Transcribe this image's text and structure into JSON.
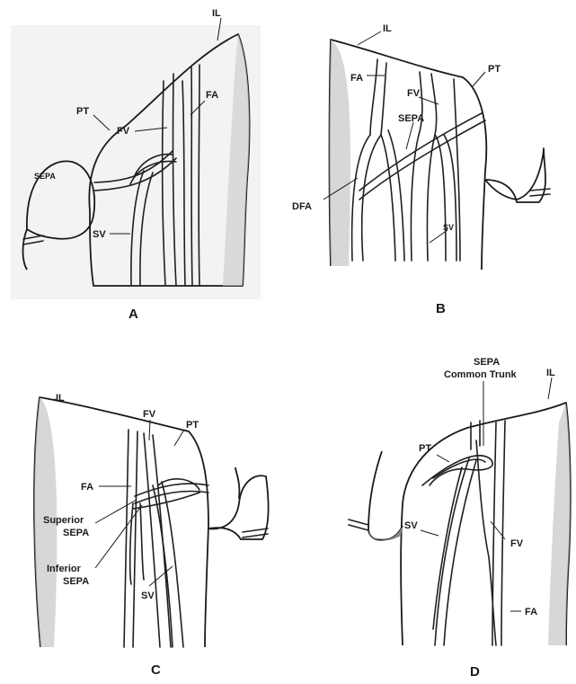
{
  "panels": {
    "a": {
      "letter": "A",
      "labels": {
        "il": "IL",
        "pt": "PT",
        "fv": "FV",
        "fa": "FA",
        "sepa": "SEPA",
        "sv": "SV"
      }
    },
    "b": {
      "letter": "B",
      "labels": {
        "il": "IL",
        "fa": "FA",
        "pt": "PT",
        "fv": "FV",
        "sepa": "SEPA",
        "dfa": "DFA",
        "sv": "SV"
      }
    },
    "c": {
      "letter": "C",
      "labels": {
        "il": "IL",
        "fv": "FV",
        "pt": "PT",
        "fa": "FA",
        "superior_sepa_1": "Superior",
        "superior_sepa_2": "SEPA",
        "inferior_sepa_1": "Inferior",
        "inferior_sepa_2": "SEPA",
        "sv": "SV"
      }
    },
    "d": {
      "letter": "D",
      "labels": {
        "sepa_1": "SEPA",
        "sepa_2": "Common Trunk",
        "il": "IL",
        "pt": "PT",
        "sv": "SV",
        "fv": "FV",
        "fa": "FA"
      }
    }
  }
}
